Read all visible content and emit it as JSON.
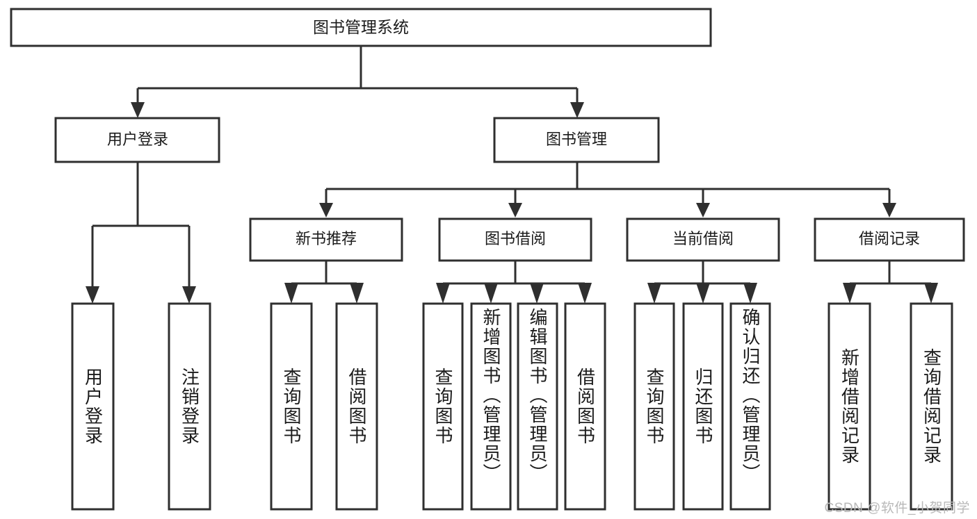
{
  "diagram": {
    "title": "图书管理系统",
    "type": "tree-hierarchy-diagram",
    "colors": {
      "box_stroke": "#2f2f2f",
      "box_fill": "#ffffff",
      "text": "#1b1b1b",
      "background": "#ffffff",
      "watermark": "#b9b9b9"
    },
    "root": {
      "label": "图书管理系统"
    },
    "level2": [
      {
        "label": "用户登录"
      },
      {
        "label": "图书管理"
      }
    ],
    "level3": [
      {
        "label": "新书推荐"
      },
      {
        "label": "图书借阅"
      },
      {
        "label": "当前借阅"
      },
      {
        "label": "借阅记录"
      }
    ],
    "leaves": {
      "user_login": [
        {
          "label": "用户登录"
        },
        {
          "label": "注销登录"
        }
      ],
      "new_book_recommend": [
        {
          "label": "查询图书"
        },
        {
          "label": "借阅图书"
        }
      ],
      "book_borrow": [
        {
          "label": "查询图书"
        },
        {
          "label": "新增图书（管理员）"
        },
        {
          "label": "编辑图书（管理员）"
        },
        {
          "label": "借阅图书"
        }
      ],
      "current_borrow": [
        {
          "label": "查询图书"
        },
        {
          "label": "归还图书"
        },
        {
          "label": "确认归还（管理员）"
        }
      ],
      "borrow_record": [
        {
          "label": "新增借阅记录"
        },
        {
          "label": "查询借阅记录"
        }
      ]
    },
    "watermark": "CSDN @软件_小贺同学"
  }
}
